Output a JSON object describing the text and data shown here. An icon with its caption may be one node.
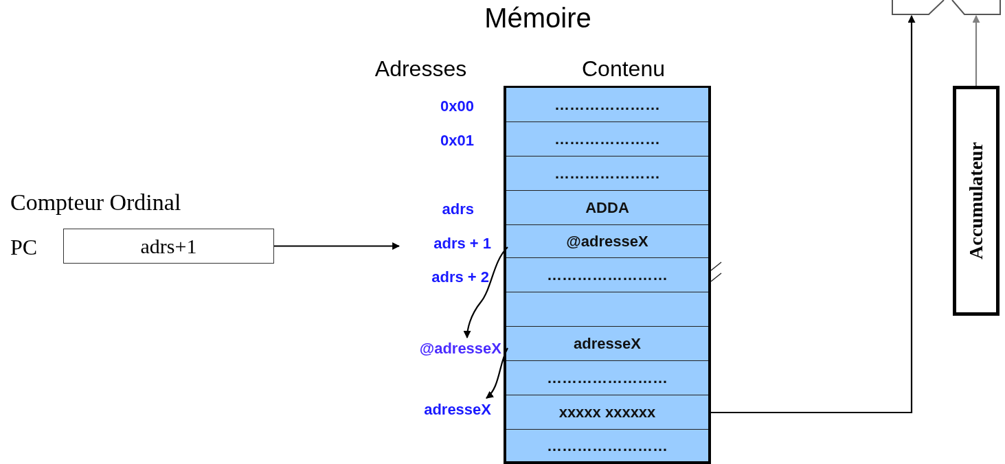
{
  "diagram": {
    "title": "Mémoire",
    "nodes": [
      {
        "text": [],
        "shape": "box"
      },
      {
        "text": [
          "…………………"
        ],
        "in": 0
      },
      {
        "text": [
          "…………………"
        ],
        "in": 0
      },
      {
        "text": [
          "…………………"
        ],
        "in": 0
      },
      {
        "text": [
          "ADDA"
        ],
        "in": 0
      },
      {
        "text": [
          "@adresseX"
        ],
        "in": 0
      },
      {
        "text": [
          "……………………"
        ],
        "in": 0
      },
      {
        "text": [],
        "shape": "box",
        "in": 0
      },
      {
        "text": [
          "adresseX"
        ],
        "in": 0
      },
      {
        "text": [
          "……………………"
        ],
        "in": 0
      },
      {
        "text": [
          "xxxxx xxxxxx"
        ],
        "in": 0
      },
      {
        "text": [
          "……………………"
        ],
        "in": 0
      },
      {
        "text": [
          "adrs+1"
        ],
        "beside": [
          "Compteur Ordinal",
          "PC"
        ]
      },
      {
        "text": [
          "adrs + 1"
        ]
      },
      {
        "text": [
          "@adresseX"
        ]
      },
      {
        "text": [
          "adresseX"
        ]
      },
      {
        "text": [
          "Accumulateur"
        ]
      },
      {
        "text": [],
        "shape": "box"
      }
    ],
    "edges": [
      {
        "from": 12,
        "to": 13,
        "arrow": "to"
      },
      {
        "from": 5,
        "to": 14,
        "arrow": "to"
      },
      {
        "from": 8,
        "to": 15,
        "arrow": "to"
      },
      {
        "from": 10,
        "to": 17,
        "arrow": "to"
      },
      {
        "from": 16,
        "to": 17,
        "arrow": "to",
        "color": "#808080"
      }
    ],
    "labels": [
      "Adresses",
      "Contenu",
      "0x00",
      "0x01",
      "adrs",
      "adrs + 2"
    ]
  }
}
